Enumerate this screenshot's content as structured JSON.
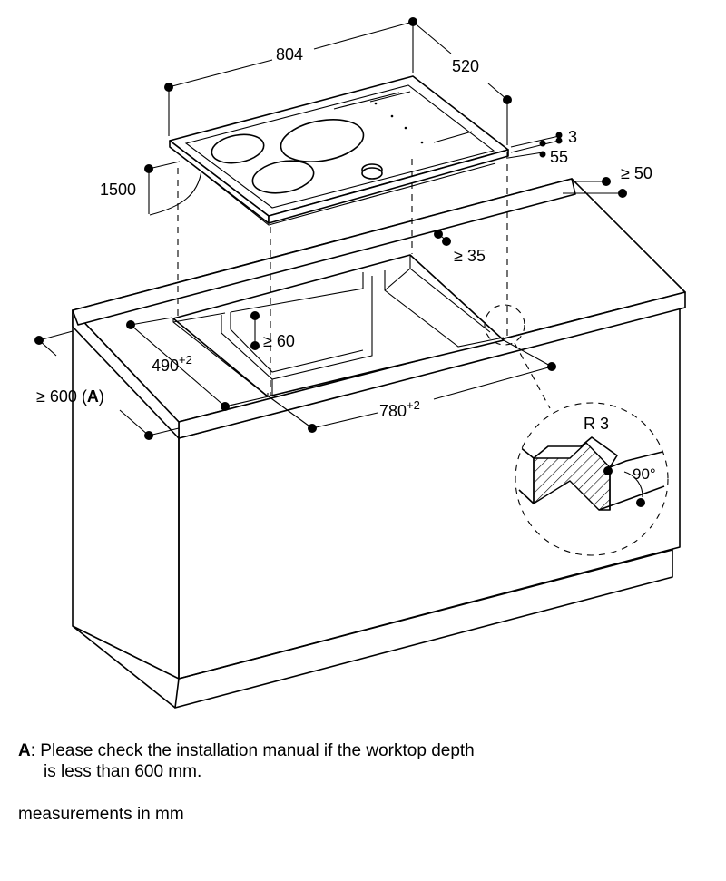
{
  "dimensions": {
    "width": "804",
    "depth": "520",
    "cable": "1500",
    "thickness_top": "3",
    "height": "55",
    "rear_min": "≥ 50",
    "back_gap": "≥ 35",
    "front_gap": "≥ 60",
    "cutout_depth_base": "490",
    "cutout_depth_tol": "+2",
    "cutout_width_base": "780",
    "cutout_width_tol": "+2",
    "worktop_prefix": "≥ 600 (",
    "worktop_key": "A",
    "worktop_suffix": ")",
    "radius": "R 3",
    "angle": "90°"
  },
  "note": {
    "key": "A",
    "sep": ":",
    "line1": " Please check the installation manual if the worktop depth",
    "line2": "is less than 600 mm."
  },
  "units": "measurements in mm"
}
